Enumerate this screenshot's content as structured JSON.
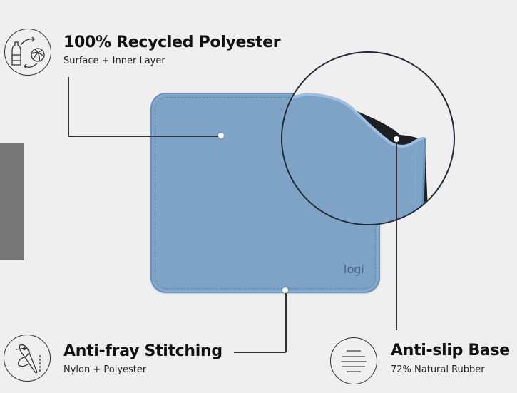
{
  "features": [
    {
      "id": "recycled",
      "title": "100% Recycled Polyester",
      "subtitle": "Surface + Inner Layer",
      "icon": "recycle-bottle-yarn-icon"
    },
    {
      "id": "stitching",
      "title": "Anti-fray Stitching",
      "subtitle": "Nylon + Polyester",
      "icon": "needle-thread-icon"
    },
    {
      "id": "antislip",
      "title": "Anti-slip Base",
      "subtitle": "72% Natural Rubber",
      "icon": "horizontal-lines-icon"
    }
  ],
  "product": {
    "brand_logo": "logi",
    "pad_color": "#7ea3c7",
    "base_color": "#1c1f24"
  },
  "colors": {
    "background": "#efefef",
    "text": "#111111",
    "line": "#333333",
    "side_bar": "#767676"
  }
}
